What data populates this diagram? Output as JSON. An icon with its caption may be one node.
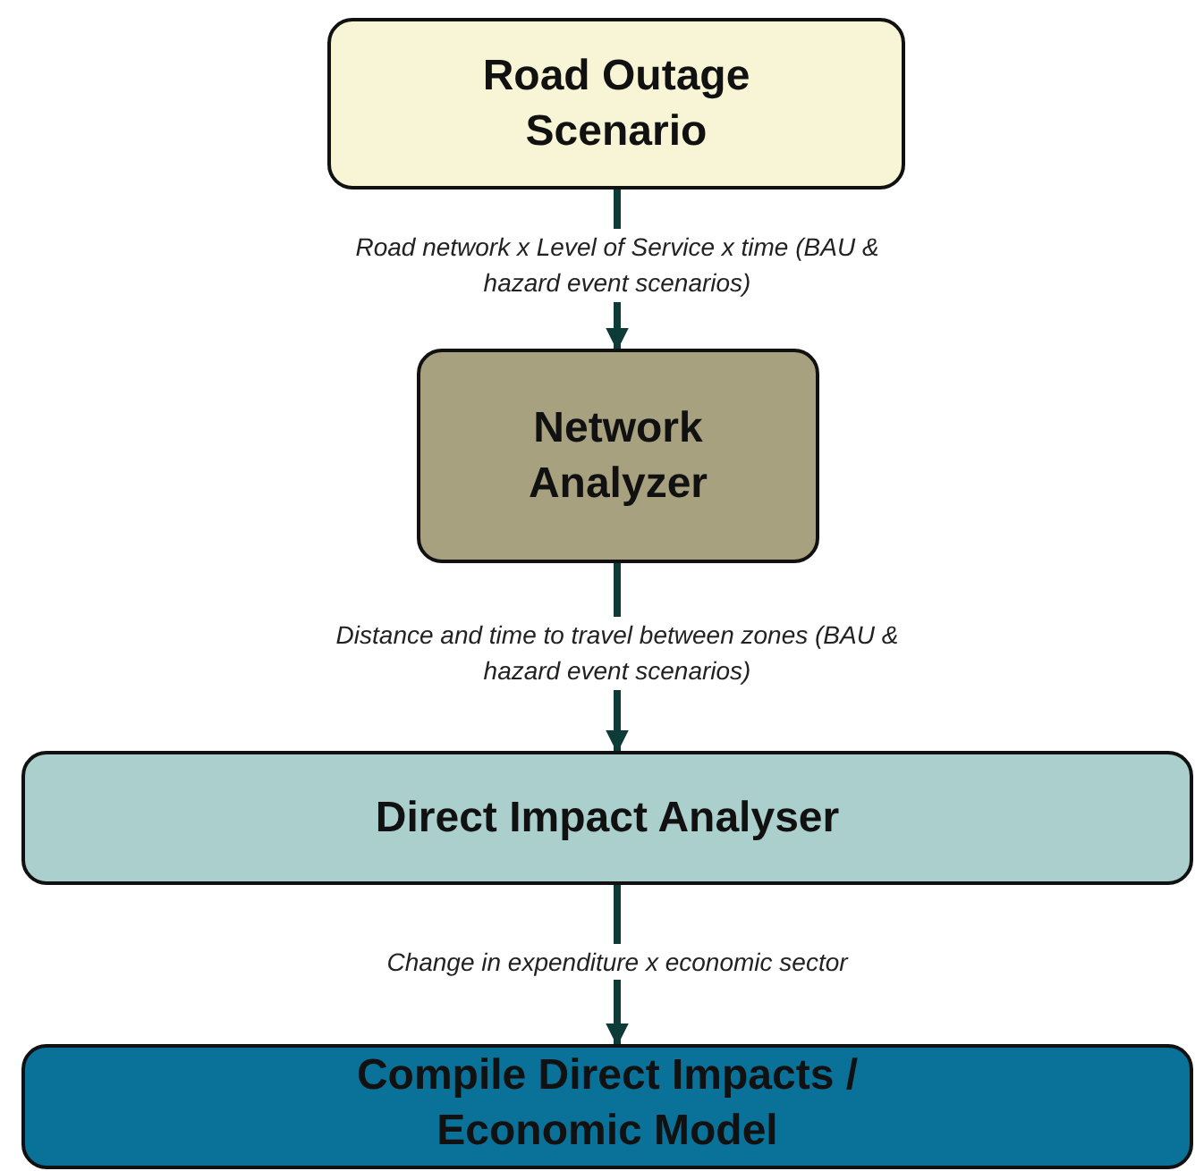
{
  "diagram": {
    "nodes": [
      {
        "text": [
          "Road Outage Scenario"
        ]
      },
      {
        "text": [
          "Network Analyzer"
        ]
      },
      {
        "text": [
          "Direct Impact Analyser"
        ]
      },
      {
        "text": [
          "Compile Direct Impacts / Economic Model"
        ]
      }
    ],
    "edges": [
      {
        "from": 0,
        "to": 1,
        "arrow": "to",
        "label": "Road network x Level of Service x time (BAU & hazard event scenarios)"
      },
      {
        "from": 1,
        "to": 2,
        "arrow": "to",
        "label": "Distance and time to travel between zones (BAU & hazard event scenarios)"
      },
      {
        "from": 2,
        "to": 3,
        "arrow": "to",
        "label": "Change in expenditure x economic sector"
      }
    ]
  }
}
